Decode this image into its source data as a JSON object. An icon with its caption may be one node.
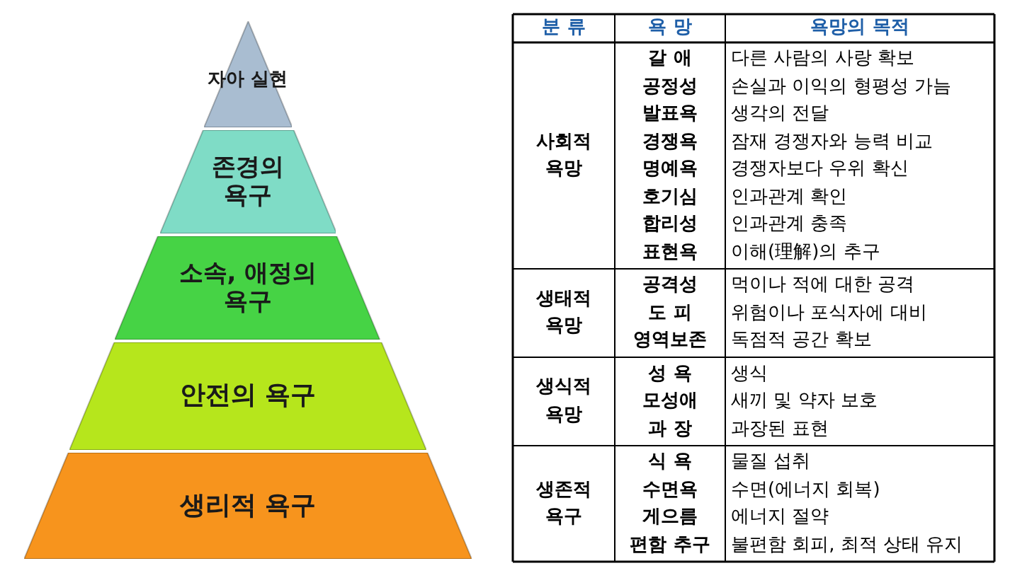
{
  "diagram": {
    "nodes": [
      {
        "text": [
          "자아 실현"
        ]
      },
      {
        "text": [
          "존경의 욕구"
        ]
      },
      {
        "text": [
          "소속, 애정의 욕구"
        ]
      },
      {
        "text": [
          "안전의 욕구"
        ]
      },
      {
        "text": [
          "생리적 욕구"
        ]
      }
    ],
    "labels": [
      "분 류",
      "욕 망",
      "욕망의 목적",
      "사회적 욕망",
      "갈 애",
      "다른 사람의 사랑 확보",
      "공정성",
      "손실과 이익의 형평성 가늠",
      "발표욕",
      "생각의 전달",
      "경쟁욕",
      "잠재 경쟁자와 능력 비교",
      "명예욕",
      "경쟁자보다 우위 확신",
      "호기심",
      "인과관계 확인",
      "합리성",
      "인과관계 충족",
      "표현욕",
      "이해(理解)의 추구",
      "생태적 욕망",
      "공격성",
      "먹이나 적에 대한 공격",
      "도 피",
      "위험이나 포식자에 대비",
      "영역보존",
      "독점적 공간 확보",
      "생식적 욕망",
      "성 욕",
      "생식",
      "모성애",
      "새끼 및 약자 보호",
      "과 장",
      "과장된 표현",
      "생존적 욕구",
      "식 욕",
      "물질 섭취",
      "수면욕",
      "수면(에너지 회복)",
      "게으름",
      "에너지 절약",
      "편함 추구",
      "불편함 회피, 최적 상태 유지"
    ]
  }
}
